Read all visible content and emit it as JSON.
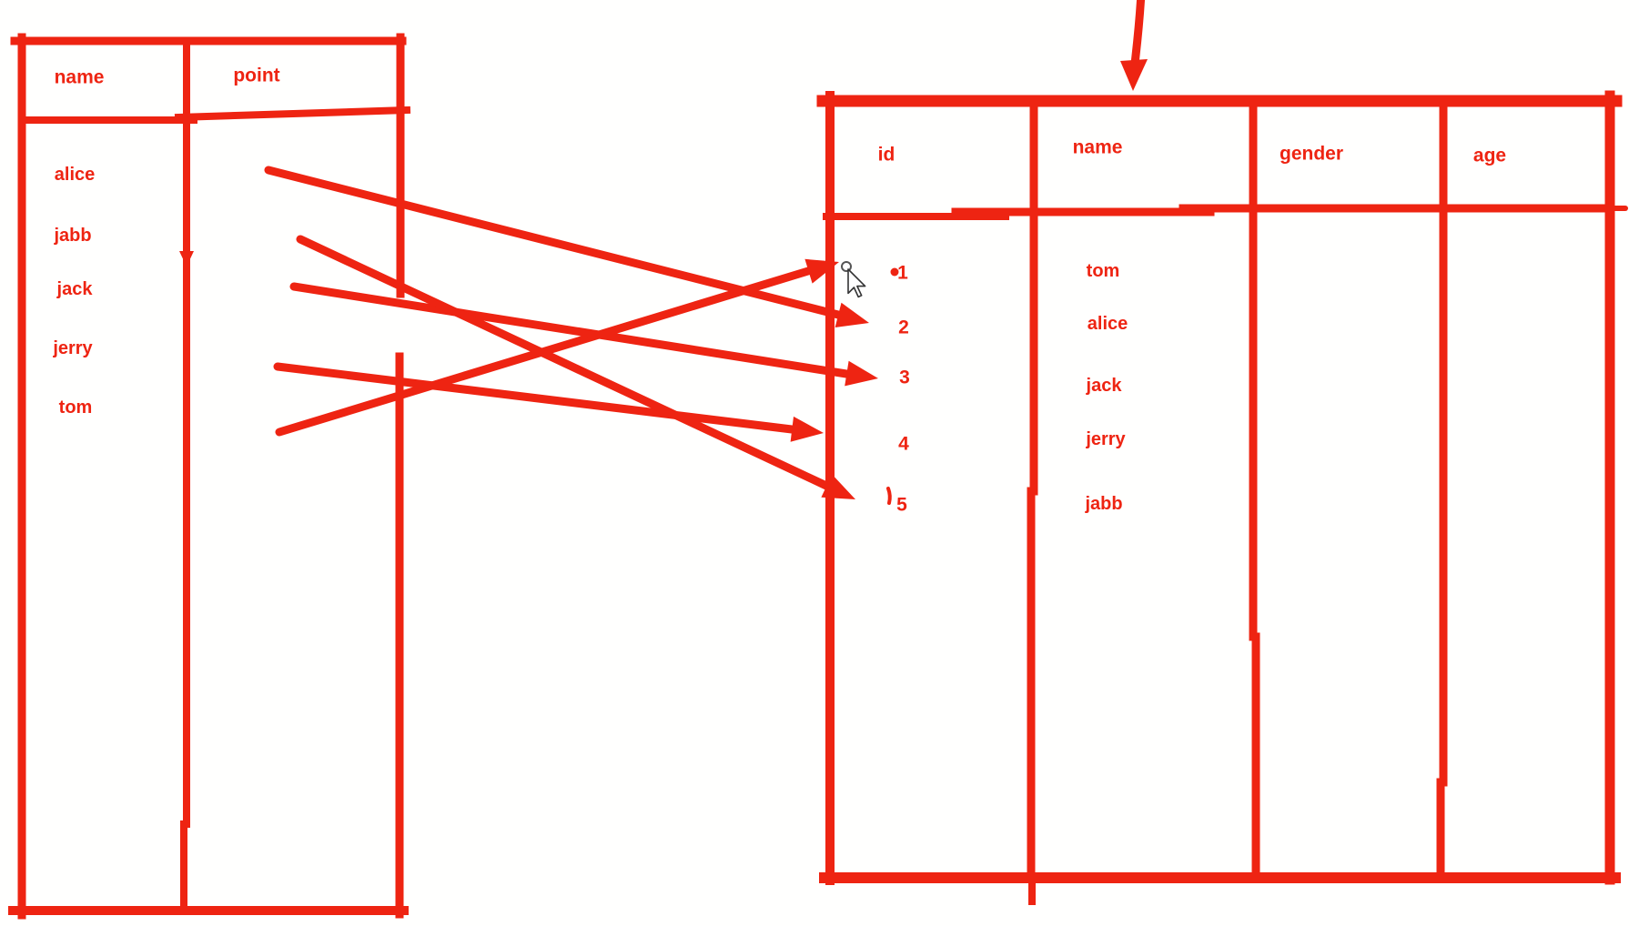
{
  "app": {
    "background": "#ffffff",
    "ink": "#ee2412"
  },
  "left_table": {
    "headers": [
      "name",
      "point"
    ],
    "rows": [
      "alice",
      "jabb",
      "jack",
      "jerry",
      "tom"
    ]
  },
  "right_table": {
    "headers": [
      "id",
      "name",
      "gender",
      "age"
    ],
    "rows": [
      {
        "id": "1",
        "name": "tom"
      },
      {
        "id": "2",
        "name": "alice"
      },
      {
        "id": "3",
        "name": "jack"
      },
      {
        "id": "4",
        "name": "jerry"
      },
      {
        "id": "5",
        "name": "jabb"
      }
    ]
  },
  "edges": [
    {
      "from": "tom",
      "to_id": "1"
    },
    {
      "from": "alice",
      "to_id": "2"
    },
    {
      "from": "jack",
      "to_id": "3"
    },
    {
      "from": "jerry",
      "to_id": "4"
    },
    {
      "from": "jabb",
      "to_id": "5"
    }
  ]
}
